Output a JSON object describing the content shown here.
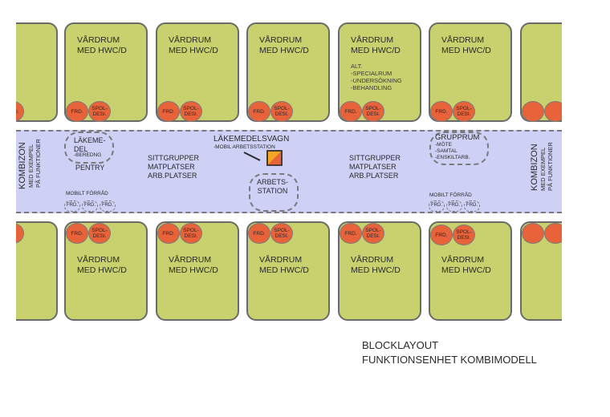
{
  "room_label": "VÅRDRUM\nMED HWC/D",
  "alt_note": "ALT.\n-SPECIALRUM\n-UNDERSÖKNING\n-BEHANDLING",
  "frd": "FRD.",
  "spol": "SPOL-\nDESI.",
  "corridor": {
    "kombizon_title": "KOMBIZON",
    "kombizon_sub": "MED EXEMPEL\nPÅ FUNKTIONER",
    "lakemedel": "LÄKEME-\nDEL",
    "bereding": "-BEREDNG",
    "pentry": "PENTRY",
    "mobilt_forrad": "MOBILT FÖRRÅD",
    "sitt_group": "SITTGRUPPER\nMATPLATSER\nARB.PLATSER",
    "lakemedelsvagn": "LÄKEMEDELSVAGN",
    "mobil_station": "-MOBIL ARBETSSTATION",
    "arbetsstation": "ARBETS-\nSTATION",
    "grupprum": "GRUPPRUM",
    "grupprum_items": "-MÖTE\n-SAMTAL\n-ENSKILTARB."
  },
  "title": {
    "line1": "BLOCKLAYOUT",
    "line2": "FUNKTIONSENHET KOMBIMODELL"
  },
  "colors": {
    "room_fill": "#c8d16e",
    "circle_fill": "#e8623a",
    "corridor_fill": "#cfd0f5"
  }
}
